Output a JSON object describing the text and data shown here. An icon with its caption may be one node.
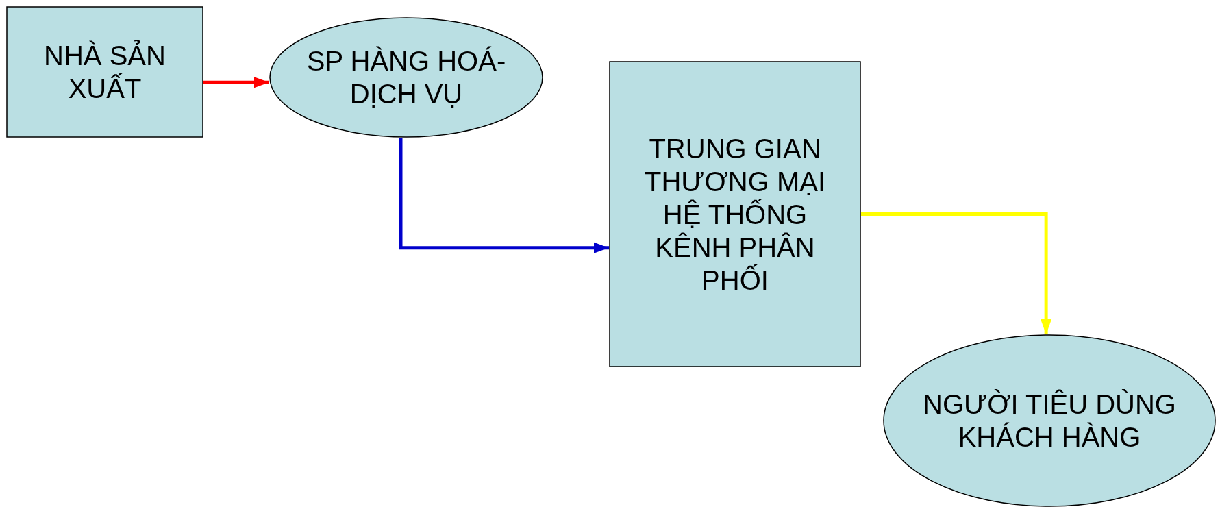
{
  "diagram": {
    "nodes": [
      {
        "text": [
          "NHÀ SẢN XUẤT"
        ]
      },
      {
        "text": [
          "SP HÀNG HOÁ-DỊCH VỤ"
        ]
      },
      {
        "text": [
          "TRUNG GIAN THƯƠNG MẠI HỆ THỐNG KÊNH PHÂN PHỐI"
        ]
      },
      {
        "text": [
          "NGƯỜI TIÊU DÙNG KHÁCH HÀNG"
        ]
      }
    ],
    "edges": [
      {
        "from": 0,
        "to": 1,
        "arrow": "to",
        "color": "#ff0000"
      },
      {
        "from": 1,
        "to": 2,
        "arrow": "to",
        "color": "#0000cc"
      },
      {
        "from": 2,
        "to": 3,
        "arrow": "to",
        "color": "#ffff00"
      }
    ]
  }
}
